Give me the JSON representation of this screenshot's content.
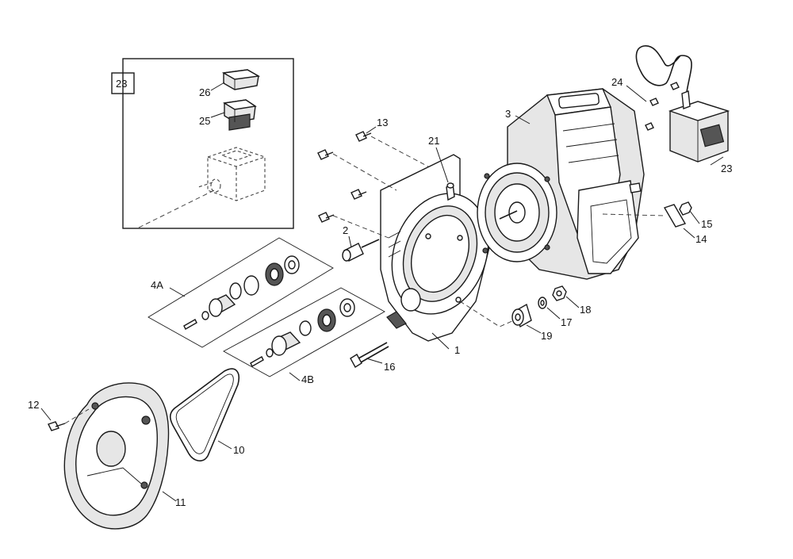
{
  "diagram": {
    "callouts": {
      "c1": "1",
      "c2": "2",
      "c3": "3",
      "c4a": "4A",
      "c4b": "4B",
      "c10": "10",
      "c11": "11",
      "c12": "12",
      "c13": "13",
      "c14": "14",
      "c15": "15",
      "c16": "16",
      "c17": "17",
      "c18": "18",
      "c19": "19",
      "c21": "21",
      "c23_inset": "23",
      "c23": "23",
      "c24": "24",
      "c25": "25",
      "c26": "26"
    }
  }
}
